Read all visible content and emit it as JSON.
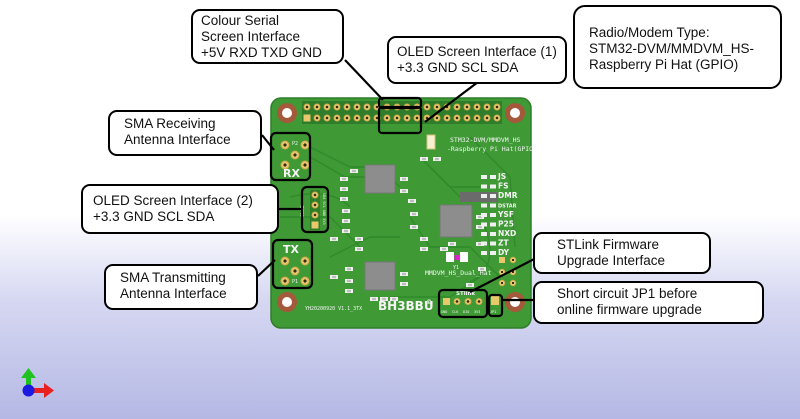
{
  "callouts": {
    "colour_serial": [
      "Colour Serial",
      "Screen Interface",
      "+5V RXD TXD GND"
    ],
    "oled1": [
      "OLED Screen Interface (1)",
      "+3.3 GND SCL SDA"
    ],
    "modem_type": [
      "Radio/Modem Type:",
      "STM32-DVM/MMDVM_HS-",
      "Raspberry Pi Hat (GPIO)"
    ],
    "sma_rx": [
      "SMA Receiving",
      "Antenna Interface"
    ],
    "oled2": [
      "OLED Screen Interface (2)",
      "+3.3 GND SCL SDA"
    ],
    "sma_tx": [
      "SMA Transmitting",
      "Antenna Interface"
    ],
    "stlink": [
      "STLink Firmware",
      "Upgrade Interface"
    ],
    "jp1": [
      "Short circuit JP1 before",
      "online firmware upgrade"
    ]
  },
  "board": {
    "title_line1": "STM32-DVM/MMDVM_HS",
    "title_line2": "-Raspberry Pi Hat(GPIO)",
    "rx_label": "RX",
    "tx_label": "TX",
    "p2_label": "P2",
    "p1_label": "P1",
    "oled_label": "OLED",
    "oled_pins": "SDA SCL GND 3V3",
    "mode_leds": [
      "JS",
      "FS",
      "DMR",
      "DSTAR",
      "YSF",
      "P25",
      "NXD",
      "ZT",
      "DY"
    ],
    "board_name": "MMDVM_HS_Dual_Hat",
    "brand": "BH3BBU",
    "copyright": "©",
    "version": "YH20200920 V1.1_3TX",
    "stlink_label": "STlink",
    "stlink_pins": [
      "GND",
      "CLK",
      "DIO",
      "3V3"
    ],
    "jp1_label": "JP1",
    "crystal_label": "Y1"
  },
  "colors": {
    "pcb_green": "#3f9a36",
    "pcb_dark": "#2c7a27",
    "copper": "#a3593a",
    "gold": "#e8c86a",
    "axis_x": "#e82020",
    "axis_y": "#1fc21f",
    "axis_z": "#1a1ae0"
  },
  "axis_gizmo": {
    "axes": [
      "x",
      "y",
      "z"
    ]
  }
}
